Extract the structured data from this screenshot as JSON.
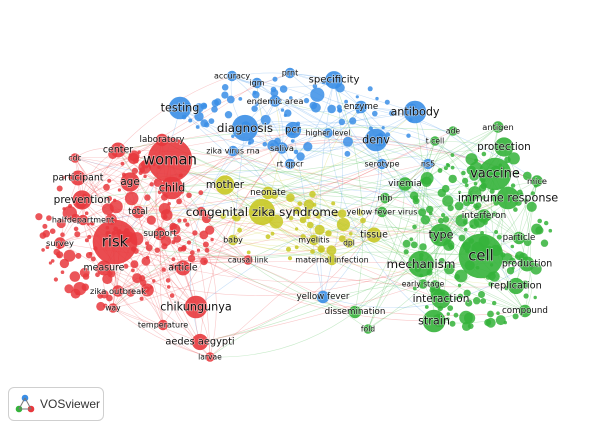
{
  "colors": {
    "red": "#e8383d",
    "green": "#34b33a",
    "blue": "#3a8ee6",
    "yellow": "#c8c822"
  },
  "brand": {
    "name": "VOSviewer"
  },
  "nodes": [
    {
      "label": "woman",
      "cluster": "red",
      "size": 3.0
    },
    {
      "label": "risk",
      "cluster": "red",
      "size": 3.0
    },
    {
      "label": "child",
      "cluster": "red",
      "size": 2.0
    },
    {
      "label": "age",
      "cluster": "red",
      "size": 1.8
    },
    {
      "label": "prevention",
      "cluster": "red",
      "size": 1.8
    },
    {
      "label": "participant",
      "cluster": "red",
      "size": 1.5
    },
    {
      "label": "center",
      "cluster": "red",
      "size": 1.5
    },
    {
      "label": "laboratory",
      "cluster": "red",
      "size": 1.3
    },
    {
      "label": "cdc",
      "cluster": "red",
      "size": 1.0
    },
    {
      "label": "halfdepartment",
      "cluster": "red",
      "size": 1.1
    },
    {
      "label": "total",
      "cluster": "red",
      "size": 1.3
    },
    {
      "label": "survey",
      "cluster": "red",
      "size": 1.2
    },
    {
      "label": "support",
      "cluster": "red",
      "size": 1.3
    },
    {
      "label": "measure",
      "cluster": "red",
      "size": 1.5
    },
    {
      "label": "article",
      "cluster": "red",
      "size": 1.5
    },
    {
      "label": "zika outbreak",
      "cluster": "red",
      "size": 1.2
    },
    {
      "label": "way",
      "cluster": "red",
      "size": 1.0
    },
    {
      "label": "chikungunya",
      "cluster": "red",
      "size": 2.0
    },
    {
      "label": "temperature",
      "cluster": "red",
      "size": 1.1
    },
    {
      "label": "aedes aegypti",
      "cluster": "red",
      "size": 1.6
    },
    {
      "label": "larvae",
      "cluster": "red",
      "size": 1.0
    },
    {
      "label": "causal link",
      "cluster": "red",
      "size": 1.0
    },
    {
      "label": "testing",
      "cluster": "blue",
      "size": 2.0
    },
    {
      "label": "diagnosis",
      "cluster": "blue",
      "size": 2.2
    },
    {
      "label": "accuracy",
      "cluster": "blue",
      "size": 1.1
    },
    {
      "label": "igm",
      "cluster": "blue",
      "size": 1.1
    },
    {
      "label": "prnt",
      "cluster": "blue",
      "size": 1.1
    },
    {
      "label": "specificity",
      "cluster": "blue",
      "size": 1.7
    },
    {
      "label": "endemic area",
      "cluster": "blue",
      "size": 1.2
    },
    {
      "label": "enzyme",
      "cluster": "blue",
      "size": 1.3
    },
    {
      "label": "pcr",
      "cluster": "blue",
      "size": 1.6
    },
    {
      "label": "saliva",
      "cluster": "blue",
      "size": 1.2
    },
    {
      "label": "higher level",
      "cluster": "blue",
      "size": 1.0
    },
    {
      "label": "zika virus rna",
      "cluster": "blue",
      "size": 1.1
    },
    {
      "label": "rt qpcr",
      "cluster": "blue",
      "size": 1.1
    },
    {
      "label": "antibody",
      "cluster": "blue",
      "size": 2.0
    },
    {
      "label": "denv",
      "cluster": "blue",
      "size": 2.0
    },
    {
      "label": "serotype",
      "cluster": "blue",
      "size": 1.1
    },
    {
      "label": "ns5",
      "cluster": "blue",
      "size": 1.1
    },
    {
      "label": "yellow fever",
      "cluster": "blue",
      "size": 1.3
    },
    {
      "label": "vaccine",
      "cluster": "green",
      "size": 2.5
    },
    {
      "label": "cell",
      "cluster": "green",
      "size": 3.0
    },
    {
      "label": "protection",
      "cluster": "green",
      "size": 1.8
    },
    {
      "label": "immune response",
      "cluster": "green",
      "size": 2.0
    },
    {
      "label": "antigen",
      "cluster": "green",
      "size": 1.2
    },
    {
      "label": "ade",
      "cluster": "green",
      "size": 1.0
    },
    {
      "label": "t cell",
      "cluster": "green",
      "size": 1.0
    },
    {
      "label": "mice",
      "cluster": "green",
      "size": 1.2
    },
    {
      "label": "interferon",
      "cluster": "green",
      "size": 1.4
    },
    {
      "label": "type",
      "cluster": "green",
      "size": 2.0
    },
    {
      "label": "mechanism",
      "cluster": "green",
      "size": 2.2
    },
    {
      "label": "particle",
      "cluster": "green",
      "size": 1.3
    },
    {
      "label": "production",
      "cluster": "green",
      "size": 1.5
    },
    {
      "label": "replication",
      "cluster": "green",
      "size": 1.6
    },
    {
      "label": "interaction",
      "cluster": "green",
      "size": 1.8
    },
    {
      "label": "strain",
      "cluster": "green",
      "size": 2.0
    },
    {
      "label": "compound",
      "cluster": "green",
      "size": 1.3
    },
    {
      "label": "early stage",
      "cluster": "green",
      "size": 1.0
    },
    {
      "label": "viremia",
      "cluster": "green",
      "size": 1.4
    },
    {
      "label": "nhp",
      "cluster": "green",
      "size": 1.1
    },
    {
      "label": "yellow fever virus",
      "cluster": "green",
      "size": 1.1
    },
    {
      "label": "dissemination",
      "cluster": "green",
      "size": 1.3
    },
    {
      "label": "fold",
      "cluster": "green",
      "size": 1.0
    },
    {
      "label": "mother",
      "cluster": "yellow",
      "size": 1.8
    },
    {
      "label": "congenital zika syndrome",
      "cluster": "yellow",
      "size": 2.2
    },
    {
      "label": "neonate",
      "cluster": "yellow",
      "size": 1.3
    },
    {
      "label": "baby",
      "cluster": "yellow",
      "size": 1.1
    },
    {
      "label": "myelitis",
      "cluster": "yellow",
      "size": 1.1
    },
    {
      "label": "dpl",
      "cluster": "yellow",
      "size": 1.0
    },
    {
      "label": "tissue",
      "cluster": "yellow",
      "size": 1.5
    },
    {
      "label": "maternal infection",
      "cluster": "yellow",
      "size": 1.1
    }
  ]
}
